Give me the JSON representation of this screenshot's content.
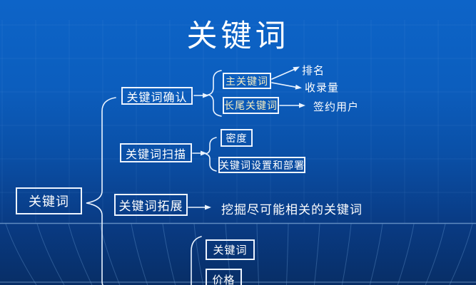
{
  "title": "关键词",
  "colors": {
    "bg_top": "#0d64c8",
    "bg_bottom": "#082e66",
    "grid_line": "#7fb3e8",
    "bright_rule": "#a8cdf2",
    "connector": "#eaf3ff",
    "box_border": "#edf4ff",
    "text_primary": "#ffffff",
    "text_highlight": "#f5ecc0"
  },
  "diagram": {
    "root": {
      "label": "关键词"
    },
    "branches": [
      {
        "label": "关键词确认"
      },
      {
        "label": "关键词扫描"
      },
      {
        "label": "关键词拓展"
      }
    ],
    "confirm": {
      "main_keyword": "主关键词",
      "longtail_keyword": "长尾关键词",
      "ranking": "排名",
      "indexed_volume": "收录量",
      "signed_users": "签约用户"
    },
    "scan": {
      "density": "密度",
      "deployment": "关键词设置和部署"
    },
    "expand": {
      "note": "挖掘尽可能相关的关键词"
    },
    "bottom": {
      "keyword": "关键词",
      "price": "价格"
    }
  }
}
